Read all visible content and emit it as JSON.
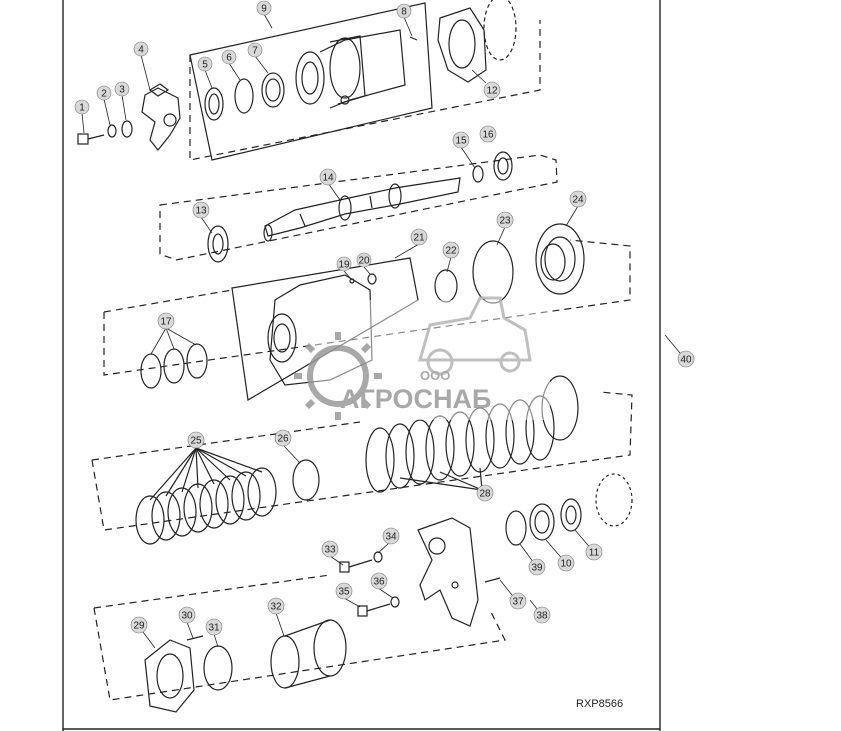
{
  "callouts": {
    "c1": "1",
    "c2": "2",
    "c3": "3",
    "c4": "4",
    "c5": "5",
    "c6": "6",
    "c7": "7",
    "c8": "8",
    "c9": "9",
    "c10": "10",
    "c11": "11",
    "c12": "12",
    "c13": "13",
    "c14": "14",
    "c15": "15",
    "c16": "16",
    "c17": "17",
    "c19": "19",
    "c20": "20",
    "c21": "21",
    "c22": "22",
    "c23": "23",
    "c24": "24",
    "c25": "25",
    "c26": "26",
    "c28": "28",
    "c29": "29",
    "c30": "30",
    "c31": "31",
    "c32": "32",
    "c33": "33",
    "c34": "34",
    "c35": "35",
    "c36": "36",
    "c37": "37",
    "c38": "38",
    "c39": "39",
    "c40": "40"
  },
  "reference_code": "RXP8566",
  "watermark": {
    "company_form": "ООО",
    "brand": "АГРОСНАБ"
  },
  "colors": {
    "line": "#222222",
    "callout_fill": "#d9d9d9",
    "watermark": "#9a9a9a"
  }
}
